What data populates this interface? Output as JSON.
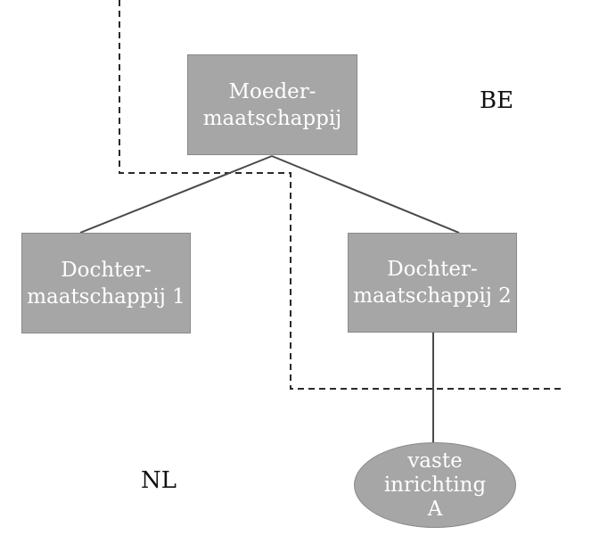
{
  "diagram": {
    "parent": {
      "line1": "Moeder-",
      "line2": "maatschappij"
    },
    "child1": {
      "line1": "Dochter-",
      "line2": "maatschappij 1"
    },
    "child2": {
      "line1": "Dochter-",
      "line2": "maatschappij 2"
    },
    "establishment": {
      "line1": "vaste",
      "line2": "inrichting",
      "line3": "A"
    },
    "region_be": "BE",
    "region_nl": "NL"
  },
  "colors": {
    "box_fill": "#a6a6a6",
    "box_text": "#ffffff",
    "line": "#4a4a4a",
    "border_dashed": "#2a2a2a"
  }
}
